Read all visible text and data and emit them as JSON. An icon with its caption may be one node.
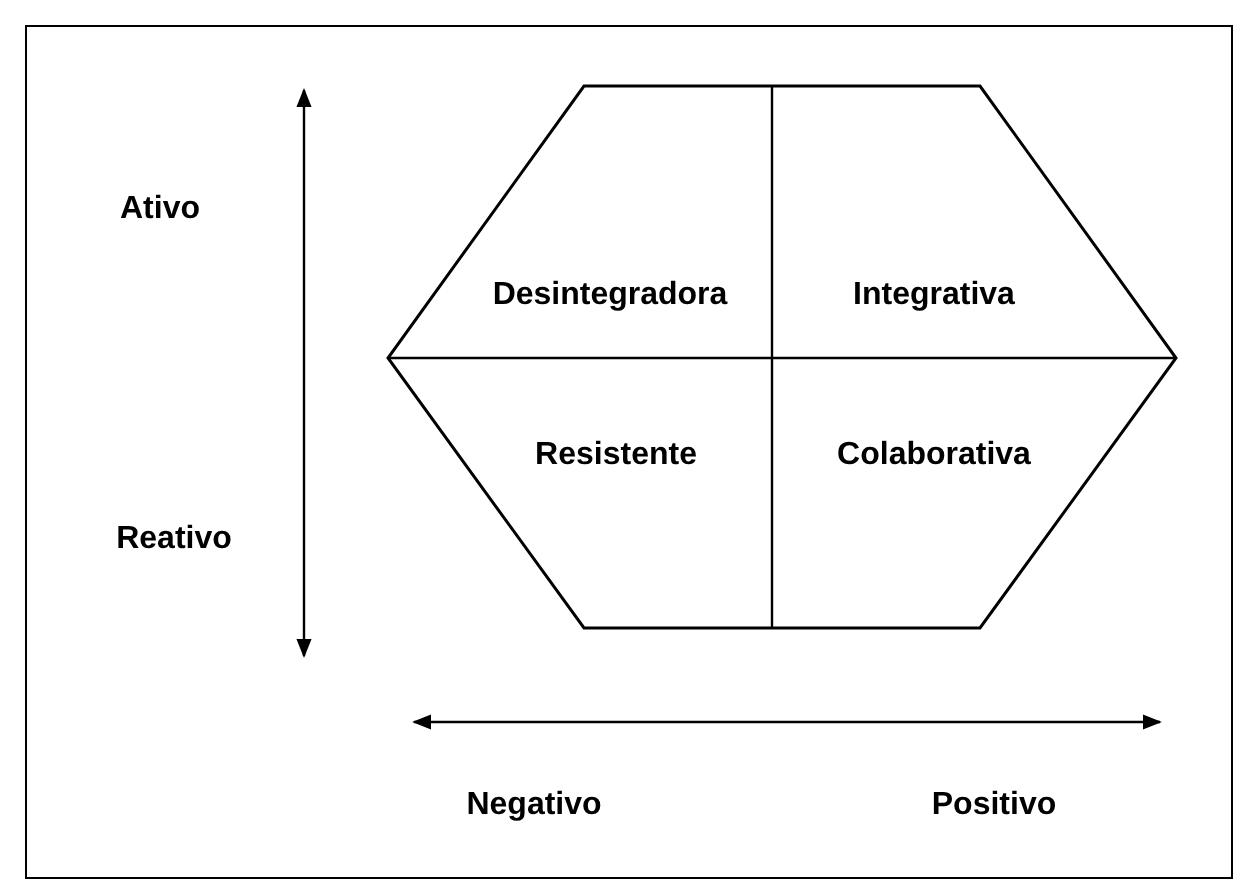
{
  "diagram": {
    "labels": [
      "Ativo",
      "Desintegradora",
      "Integrativa",
      "Resistente",
      "Colaborativa",
      "Reativo",
      "Negativo",
      "Positivo"
    ]
  }
}
